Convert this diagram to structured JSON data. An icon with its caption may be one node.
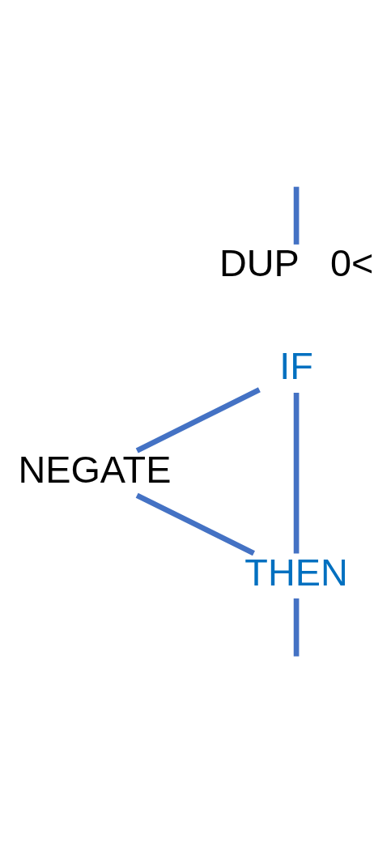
{
  "diagram": {
    "nodes": [
      {
        "text": [
          "DUP   0<"
        ]
      },
      {
        "text": [
          "IF"
        ]
      },
      {
        "text": [
          "NEGATE"
        ]
      },
      {
        "text": [
          "THEN"
        ]
      }
    ],
    "edges": [
      {
        "from": null,
        "to": 0,
        "arrow": "none"
      },
      {
        "from": 1,
        "to": 2,
        "arrow": "none"
      },
      {
        "from": 2,
        "to": 3,
        "arrow": "none"
      },
      {
        "from": 1,
        "to": 3,
        "arrow": "none"
      },
      {
        "from": 3,
        "to": null,
        "arrow": "none"
      }
    ]
  }
}
